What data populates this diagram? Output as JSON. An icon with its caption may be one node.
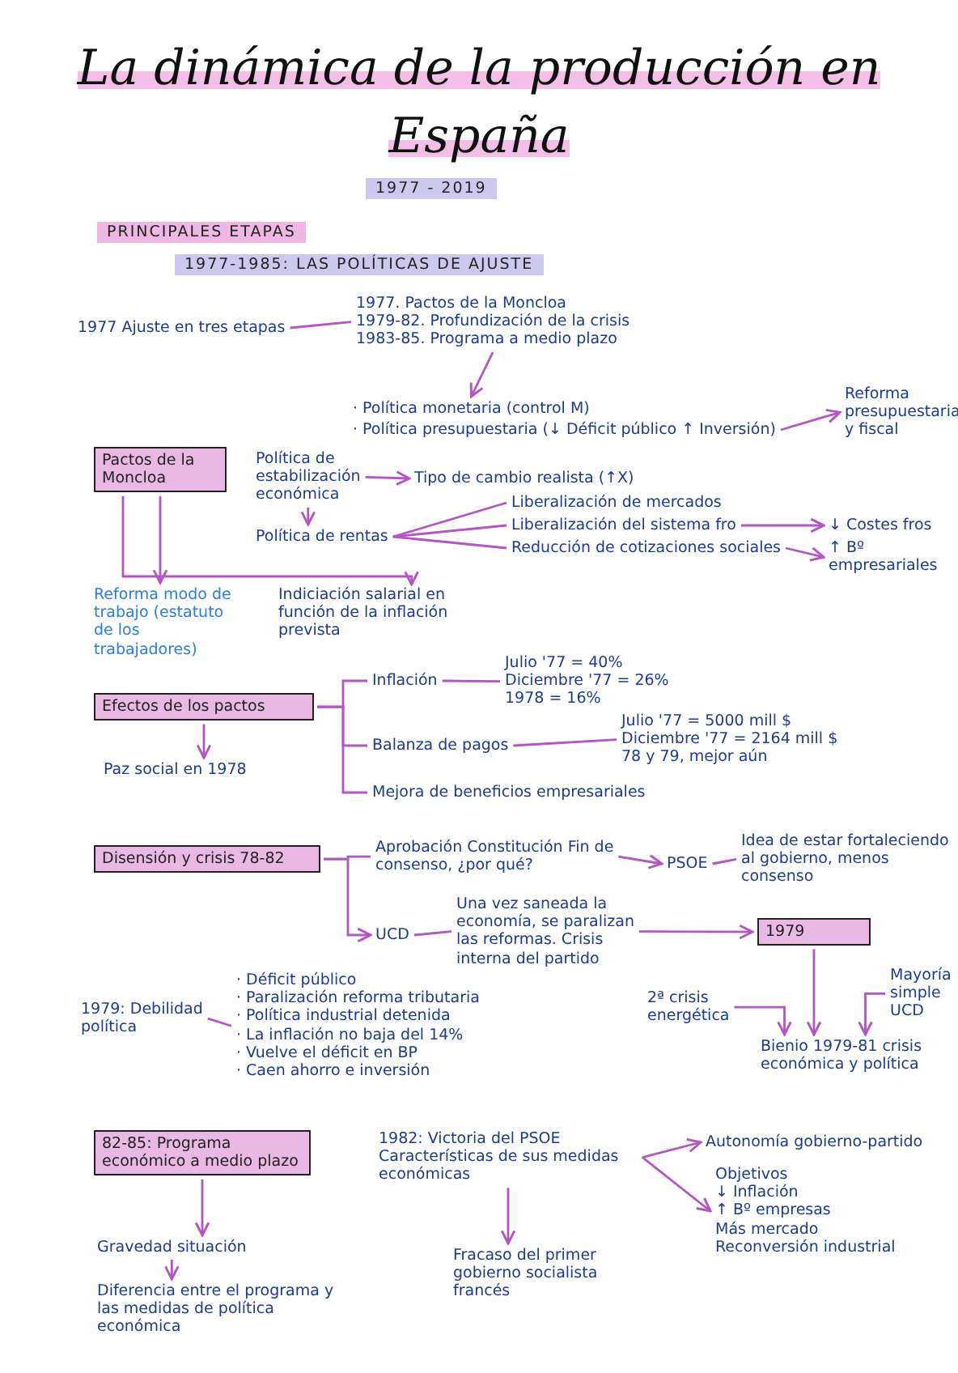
{
  "diagram": {
    "title": "La dinámica de la producción en España",
    "nodes": [
      {
        "text": [
          "1977 - 2019"
        ]
      },
      {
        "text": [
          "PRINCIPALES ETAPAS"
        ]
      },
      {
        "text": [
          "1977-1985: LAS POLÍTICAS DE AJUSTE"
        ]
      },
      {
        "text": [
          "1977 Ajuste en tres etapas"
        ]
      },
      {
        "text": [
          "1977. Pactos de la Moncloa",
          "1979-82. Profundización de la crisis",
          "1983-85. Programa a medio plazo"
        ]
      },
      {
        "text": [
          "· Política monetaria (control M)"
        ]
      },
      {
        "text": [
          "· Política presupuestaria (↓ Déficit público ↑ Inversión)"
        ]
      },
      {
        "text": [
          "Reforma presupuestaria y fiscal"
        ]
      },
      {
        "text": [
          "Pactos de la Moncloa"
        ]
      },
      {
        "text": [
          "Política de estabilización económica"
        ]
      },
      {
        "text": [
          "Tipo de cambio realista (↑X)"
        ]
      },
      {
        "text": [
          "Política de rentas"
        ]
      },
      {
        "text": [
          "Liberalización de mercados"
        ]
      },
      {
        "text": [
          "Liberalización del sistema fro"
        ]
      },
      {
        "text": [
          "↓ Costes fros"
        ]
      },
      {
        "text": [
          "Reducción de cotizaciones sociales"
        ]
      },
      {
        "text": [
          "↑ Bº empresariales"
        ]
      },
      {
        "text": [
          "Reforma modo de trabajo (estatuto de los trabajadores)"
        ]
      },
      {
        "text": [
          "Indiciación salarial en función de la inflación prevista"
        ]
      },
      {
        "text": [
          "Efectos de los pactos"
        ]
      },
      {
        "text": [
          "Paz social en 1978"
        ]
      },
      {
        "text": [
          "Inflación"
        ]
      },
      {
        "text": [
          "Balanza de pagos"
        ]
      },
      {
        "text": [
          "Mejora de beneficios empresariales"
        ]
      },
      {
        "text": [
          "Julio '77 = 40%",
          "Diciembre '77 = 26%",
          "1978 = 16%"
        ]
      },
      {
        "text": [
          "Julio '77 = 5000 mill $",
          "Diciembre '77 = 2164 mill $",
          "78 y 79, mejor aún"
        ]
      },
      {
        "text": [
          "Disensión y crisis 78-82"
        ]
      },
      {
        "text": [
          "Aprobación Constitución Fin de consenso, ¿por qué?"
        ]
      },
      {
        "text": [
          "UCD"
        ]
      },
      {
        "text": [
          "PSOE"
        ]
      },
      {
        "text": [
          "Idea de estar fortaleciendo al gobierno, menos consenso"
        ]
      },
      {
        "text": [
          "Una vez saneada la economía, se paralizan las reformas. Crisis interna del partido"
        ]
      },
      {
        "text": [
          "1979"
        ]
      },
      {
        "text": [
          "2ª crisis energética"
        ]
      },
      {
        "text": [
          "Mayoría simple UCD"
        ]
      },
      {
        "text": [
          "Bienio 1979-81 crisis económica y política"
        ]
      },
      {
        "text": [
          "1979: Debilidad política"
        ]
      },
      {
        "text": [
          "· Déficit público",
          "· Paralización reforma tributaria",
          "· Política industrial detenida",
          "· La inflación no baja del 14%",
          "· Vuelve el déficit en BP",
          "· Caen ahorro e inversión"
        ]
      },
      {
        "text": [
          "82-85: Programa económico a medio plazo"
        ]
      },
      {
        "text": [
          "Gravedad situación"
        ]
      },
      {
        "text": [
          "Diferencia entre el programa y las medidas de política económica"
        ]
      },
      {
        "text": [
          "1982: Victoria del PSOE",
          "Características de sus medidas económicas"
        ]
      },
      {
        "text": [
          "Fracaso del primer gobierno socialista francés"
        ]
      },
      {
        "text": [
          "Autonomía gobierno-partido"
        ]
      },
      {
        "text": [
          "Objetivos",
          "↓ Inflación",
          "↑ Bº empresas",
          "Más mercado",
          "Reconversión industrial"
        ]
      }
    ],
    "edges": [
      {
        "from": 3,
        "to": 4,
        "arrow": "none"
      },
      {
        "from": 4,
        "to": 5,
        "arrow": "to"
      },
      {
        "from": 6,
        "to": 7,
        "arrow": "to"
      },
      {
        "from": 9,
        "to": 10,
        "arrow": "to"
      },
      {
        "from": 9,
        "to": 11,
        "arrow": "to"
      },
      {
        "from": 11,
        "to": 12,
        "arrow": "none"
      },
      {
        "from": 11,
        "to": 13,
        "arrow": "none"
      },
      {
        "from": 11,
        "to": 15,
        "arrow": "none"
      },
      {
        "from": 13,
        "to": 14,
        "arrow": "to"
      },
      {
        "from": 15,
        "to": 16,
        "arrow": "to"
      },
      {
        "from": 8,
        "to": 17,
        "arrow": "to"
      },
      {
        "from": 8,
        "to": 18,
        "arrow": "to"
      },
      {
        "from": 19,
        "to": 20,
        "arrow": "to"
      },
      {
        "from": 19,
        "to": 21,
        "arrow": "none"
      },
      {
        "from": 19,
        "to": 22,
        "arrow": "none"
      },
      {
        "from": 19,
        "to": 23,
        "arrow": "none"
      },
      {
        "from": 21,
        "to": 24,
        "arrow": "none"
      },
      {
        "from": 22,
        "to": 25,
        "arrow": "none"
      },
      {
        "from": 26,
        "to": 27,
        "arrow": "none"
      },
      {
        "from": 26,
        "to": 28,
        "arrow": "to"
      },
      {
        "from": 27,
        "to": 29,
        "arrow": "to"
      },
      {
        "from": 29,
        "to": 30,
        "arrow": "none"
      },
      {
        "from": 28,
        "to": 31,
        "arrow": "none"
      },
      {
        "from": 31,
        "to": 32,
        "arrow": "to"
      },
      {
        "from": 32,
        "to": 35,
        "arrow": "to"
      },
      {
        "from": 33,
        "to": 35,
        "arrow": "to"
      },
      {
        "from": 34,
        "to": 35,
        "arrow": "to"
      },
      {
        "from": 36,
        "to": 37,
        "arrow": "none"
      },
      {
        "from": 38,
        "to": 39,
        "arrow": "to"
      },
      {
        "from": 39,
        "to": 40,
        "arrow": "to"
      },
      {
        "from": 41,
        "to": 42,
        "arrow": "to"
      },
      {
        "from": 41,
        "to": 43,
        "arrow": "to"
      },
      {
        "from": 41,
        "to": 44,
        "arrow": "to"
      }
    ]
  }
}
